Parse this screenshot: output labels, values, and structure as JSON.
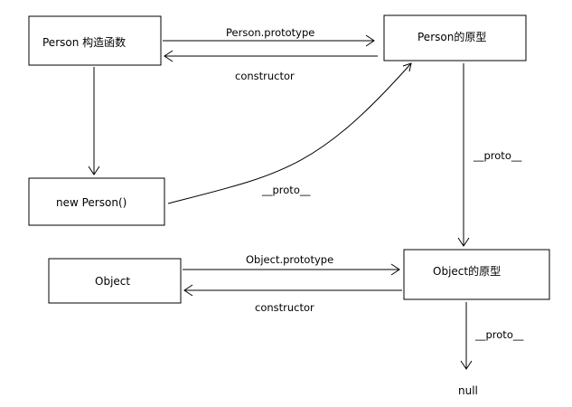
{
  "nodes": {
    "person_constructor": "Person 构造函数",
    "person_prototype": "Person的原型",
    "new_person": "new Person()",
    "object": "Object",
    "object_prototype": "Object的原型",
    "null": "null"
  },
  "edges": {
    "person_prototype_label": "Person.prototype",
    "person_constructor_label": "constructor",
    "instance_proto_label": "__proto__",
    "person_proto_proto_label": "__proto__",
    "object_prototype_label": "Object.prototype",
    "object_constructor_label": "constructor",
    "object_proto_proto_label": "__proto__"
  }
}
